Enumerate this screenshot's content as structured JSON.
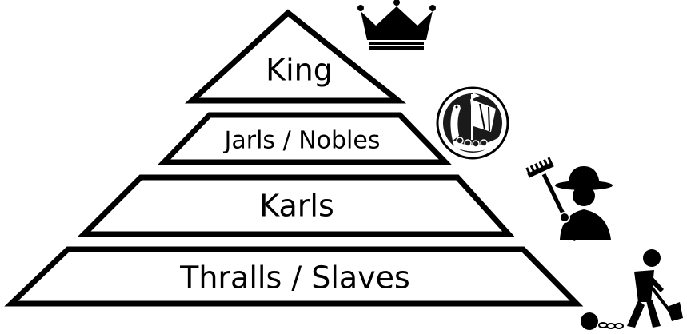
{
  "pyramid": {
    "tiers": [
      {
        "label": "King",
        "icon": "crown-icon"
      },
      {
        "label": "Jarls / Nobles",
        "icon": "viking-ship-icon"
      },
      {
        "label": "Karls",
        "icon": "farmer-with-rake-icon"
      },
      {
        "label": "Thralls / Slaves",
        "icon": "slave-with-ball-and-chain-icon"
      }
    ]
  },
  "colors": {
    "outline": "#000000",
    "fill": "#ffffff"
  }
}
